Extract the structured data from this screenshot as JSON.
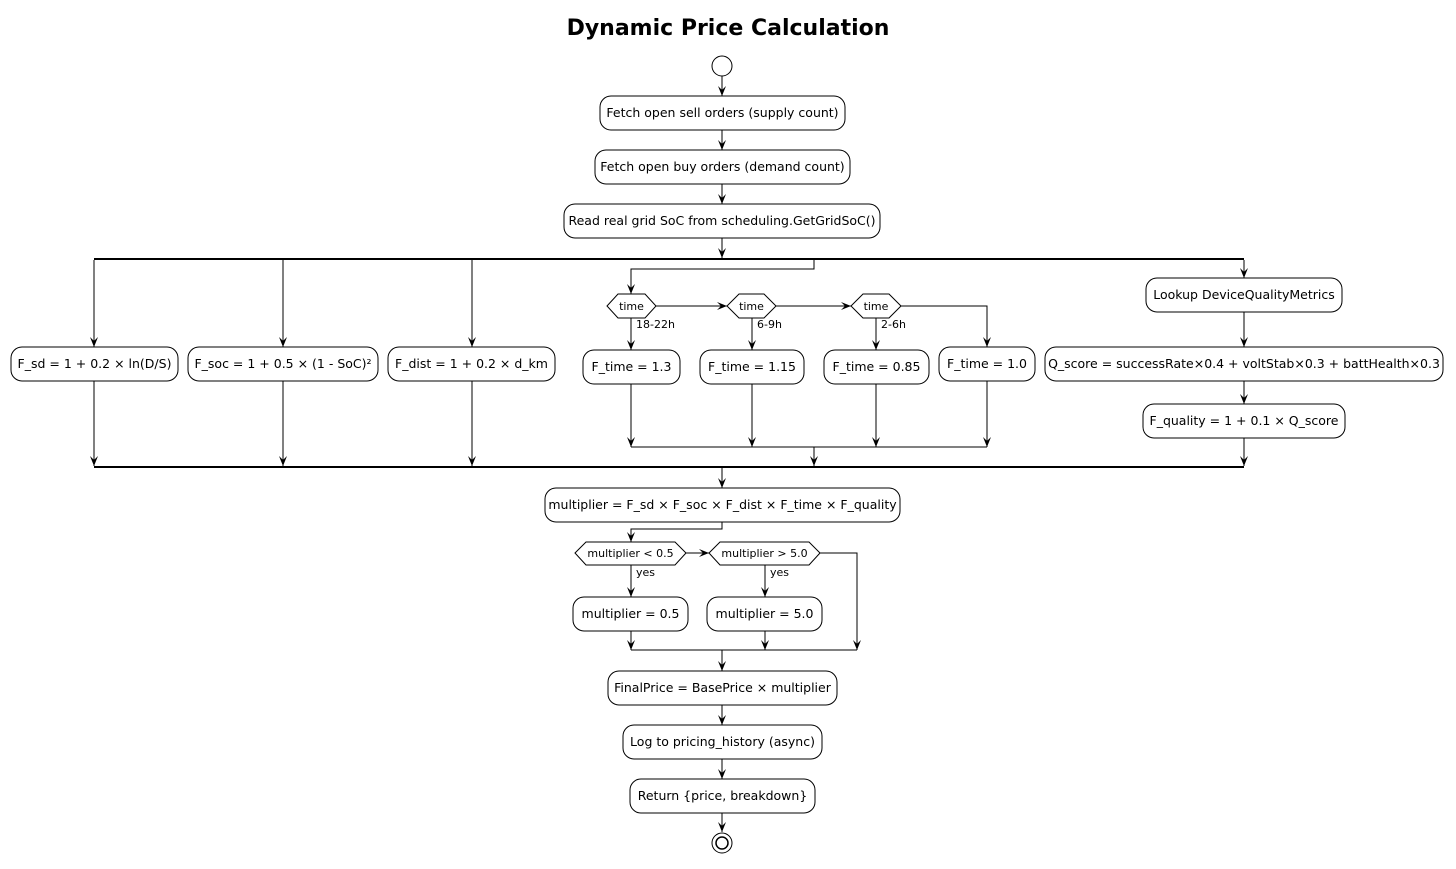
{
  "diagram": {
    "title": "Dynamic Price Calculation",
    "steps": {
      "fetch_sell": "Fetch open sell orders (supply count)",
      "fetch_buy": "Fetch open buy orders (demand count)",
      "read_soc": "Read real grid SoC from scheduling.GetGridSoC()",
      "f_sd": "F_sd = 1 + 0.2 × ln(D/S)",
      "f_soc": "F_soc = 1 + 0.5 × (1 - SoC)²",
      "f_dist": "F_dist = 1 + 0.2 × d_km",
      "f_time_1": "F_time = 1.3",
      "f_time_2": "F_time = 1.15",
      "f_time_3": "F_time = 0.85",
      "f_time_4": "F_time = 1.0",
      "lookup_quality": "Lookup DeviceQualityMetrics",
      "q_score": "Q_score = successRate×0.4 + voltStab×0.3 + battHealth×0.3",
      "f_quality": "F_quality = 1 + 0.1 × Q_score",
      "multiplier": "multiplier = F_sd × F_soc × F_dist × F_time × F_quality",
      "clamp_low": "multiplier = 0.5",
      "clamp_high": "multiplier = 5.0",
      "final_price": "FinalPrice = BasePrice × multiplier",
      "log_history": "Log to pricing_history (async)",
      "return_result": "Return {price, breakdown}"
    },
    "decisions": {
      "time_1": "time",
      "time_2": "time",
      "time_3": "time",
      "mult_low": "multiplier < 0.5",
      "mult_high": "multiplier > 5.0"
    },
    "edge_labels": {
      "time_1": "18-22h",
      "time_2": "6-9h",
      "time_3": "2-6h",
      "mult_low_yes": "yes",
      "mult_high_yes": "yes"
    }
  }
}
